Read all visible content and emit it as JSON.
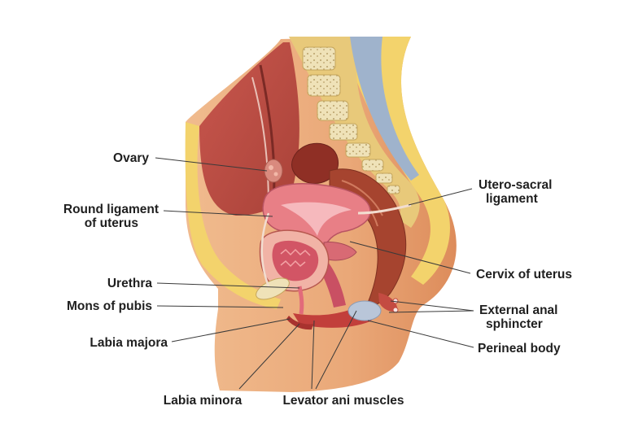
{
  "labels": {
    "ovary": "Ovary",
    "round_ligament_line1": "Round ligament",
    "round_ligament_line2": "of uterus",
    "urethra": "Urethra",
    "mons_pubis": "Mons of pubis",
    "labia_majora": "Labia majora",
    "labia_minora": "Labia minora",
    "levator_ani": "Levator ani muscles",
    "utero_sacral_line1": "Utero-sacral",
    "utero_sacral_line2": "ligament",
    "cervix": "Cervix of uterus",
    "external_anal_line1": "External anal",
    "external_anal_line2": "sphincter",
    "perineal_body": "Perineal body"
  },
  "colors": {
    "skin": "#e9a87a",
    "fat": "#f3d36c",
    "bone": "#efe2b8",
    "muscle": "#b8504a",
    "uterus": "#e87f86",
    "bladder_lining": "#d25565",
    "rectum": "#a6442f",
    "nerve_blue": "#9fb3cc"
  }
}
